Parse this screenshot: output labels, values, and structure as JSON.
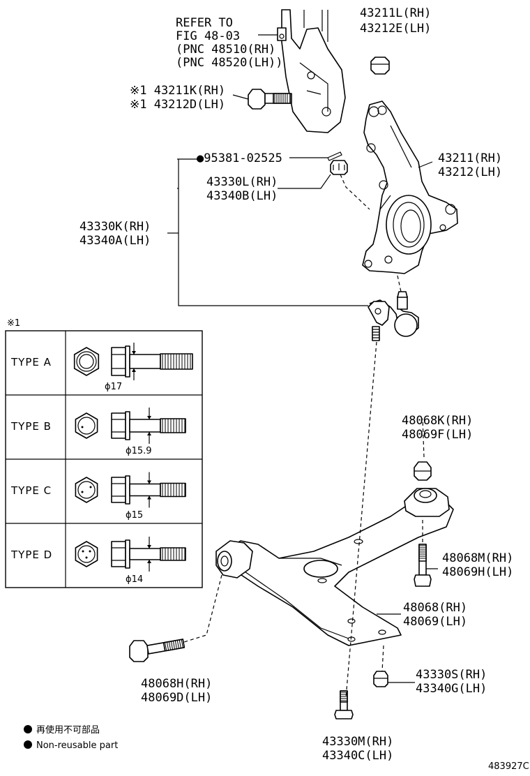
{
  "figure_id": "483927C",
  "strut_ref": {
    "line1": "REFER TO",
    "line2": "FIG 48-03",
    "line3": "(PNC 48510(RH)",
    "line4": "(PNC 48520(LH))"
  },
  "parts": {
    "nut_top": [
      "43211L(RH)",
      "43212E(LH)"
    ],
    "bolt_strut": [
      "※1 43211K(RH)",
      "※1 43212D(LH)"
    ],
    "cotter_pin": "●95381-02525",
    "castle_nut": [
      "43330L(RH)",
      "43340B(LH)"
    ],
    "knuckle": [
      "43211(RH)",
      "43212(LH)"
    ],
    "ball_joint": [
      "43330K(RH)",
      "43340A(LH)"
    ],
    "nut_arm": [
      "48068K(RH)",
      "48069F(LH)"
    ],
    "bolt_arm_rear": [
      "48068M(RH)",
      "48069H(LH)"
    ],
    "lower_arm": [
      "48068(RH)",
      "48069(LH)"
    ],
    "bolt_arm_front": [
      "48068H(RH)",
      "48069D(LH)"
    ],
    "nut_ball_joint": [
      "43330S(RH)",
      "43340G(LH)"
    ],
    "bolt_ball_joint": [
      "43330M(RH)",
      "43340C(LH)"
    ]
  },
  "type_table": {
    "note_mark": "※1",
    "rows": [
      {
        "label": "TYPE A",
        "dim": "ϕ17"
      },
      {
        "label": "TYPE B",
        "dim": "ϕ15.9"
      },
      {
        "label": "TYPE C",
        "dim": "ϕ15"
      },
      {
        "label": "TYPE D",
        "dim": "ϕ14"
      }
    ]
  },
  "legend": {
    "jp": "再使用不可部品",
    "en": "Non-reusable part"
  }
}
